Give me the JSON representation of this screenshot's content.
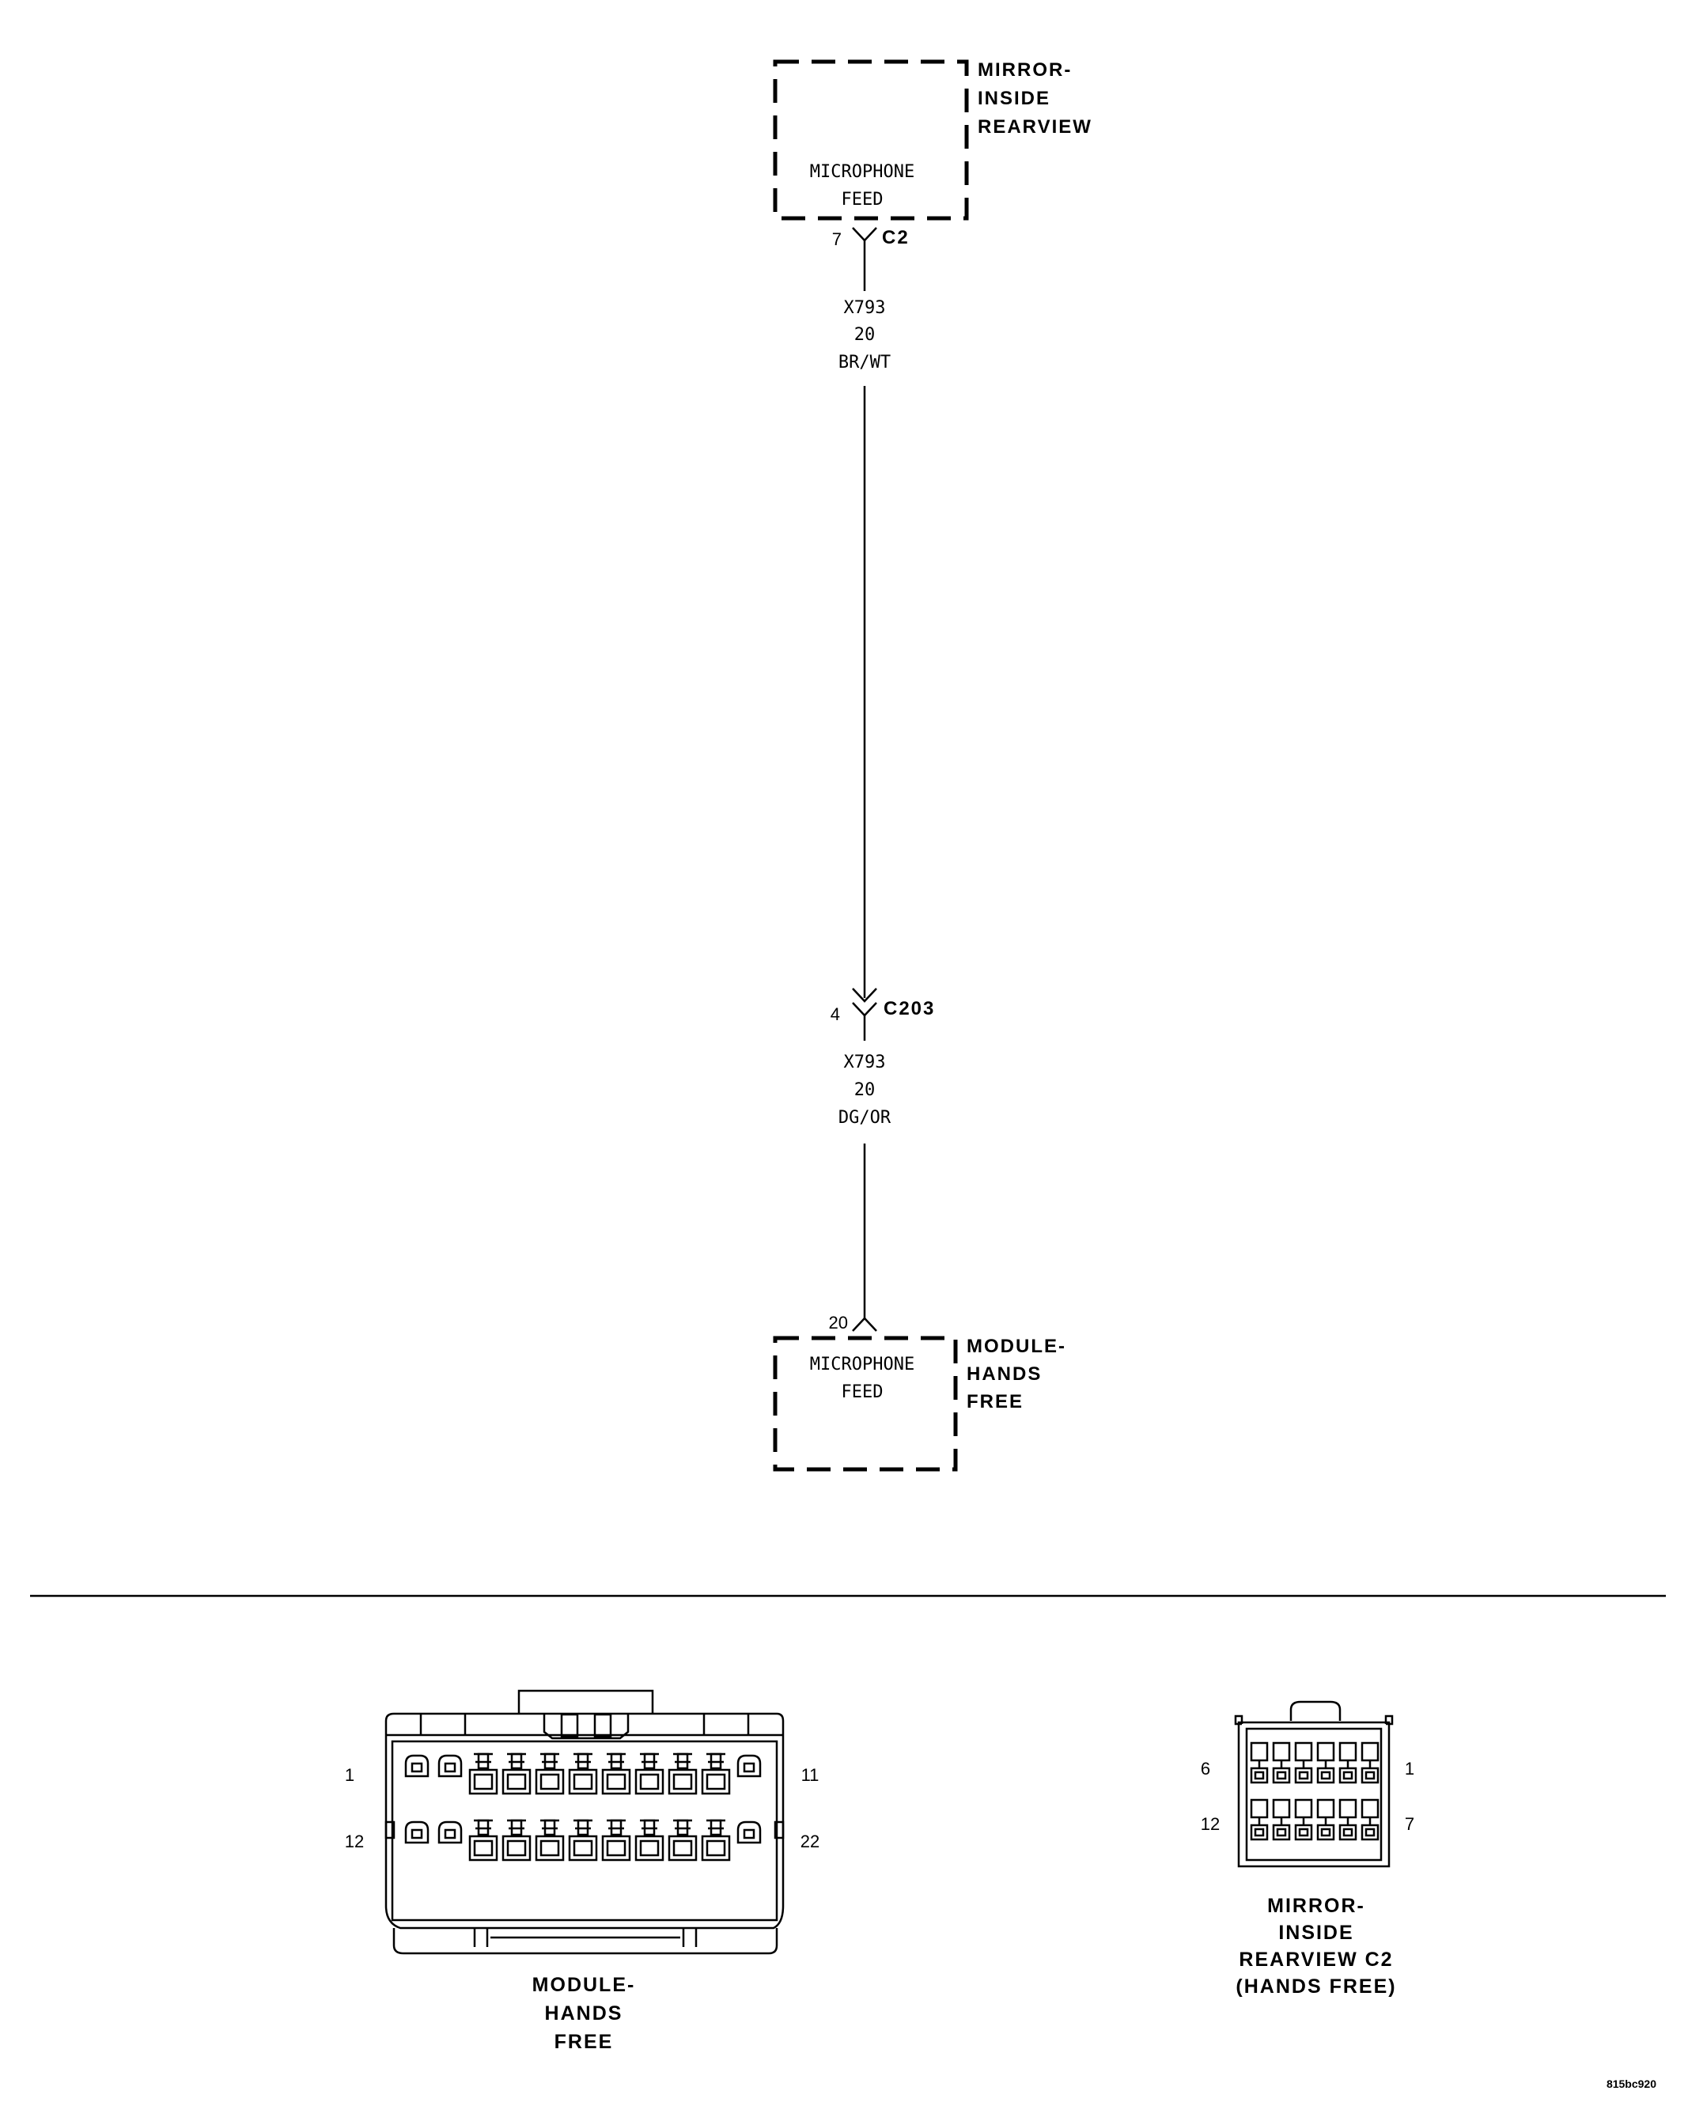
{
  "components": {
    "mirror": {
      "name_lines": [
        "MIRROR-",
        "INSIDE",
        "REARVIEW"
      ],
      "function_lines": [
        "MICROPHONE",
        "FEED"
      ]
    },
    "module": {
      "name_lines": [
        "MODULE-",
        "HANDS",
        "FREE"
      ],
      "function_lines": [
        "MICROPHONE",
        "FEED"
      ]
    }
  },
  "connectors": {
    "c2": {
      "id": "C2",
      "pin": "7"
    },
    "c203": {
      "id": "C203",
      "pin": "4"
    },
    "module_pin": {
      "pin": "20"
    }
  },
  "wires": {
    "upper": {
      "circuit": "X793",
      "gauge": "20",
      "color": "BR/WT"
    },
    "lower": {
      "circuit": "X793",
      "gauge": "20",
      "color": "DG/OR"
    }
  },
  "connector_views": {
    "module": {
      "label_lines": [
        "MODULE-",
        "HANDS",
        "FREE"
      ],
      "pin_labels": {
        "top_left": "1",
        "top_right": "11",
        "bottom_left": "12",
        "bottom_right": "22"
      },
      "pin_count": 22
    },
    "mirror": {
      "label_lines": [
        "MIRROR-",
        "INSIDE",
        "REARVIEW C2",
        "(HANDS FREE)"
      ],
      "pin_labels": {
        "top_left": "6",
        "top_right": "1",
        "bottom_left": "12",
        "bottom_right": "7"
      },
      "pin_count": 12
    }
  },
  "reference_code": "815bc920"
}
